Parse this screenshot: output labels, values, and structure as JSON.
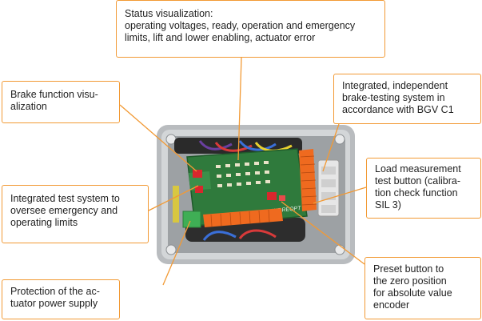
{
  "callouts": {
    "status": "Status visualization:\noperating voltages, ready, operation and emergency\nlimits, lift and lower enabling, actuator error",
    "brake_vis": "Brake function visu-\nalization",
    "brake_test": "Integrated, independent\nbrake-testing system in\naccordance with BGV C1",
    "load_test": "Load measurement\ntest button (calibra-\ntion check function\nSIL 3)",
    "test_system": "Integrated test system to\noversee emergency and\noperating limits",
    "preset": "Preset button to\nthe zero position\nfor absolute value\nencoder",
    "actuator": "Protection of the ac-\ntuator power supply"
  },
  "board_brand": "ANDREOPT",
  "colors": {
    "callout_border": "#f29a35",
    "housing": "#c9ccce",
    "pcb": "#2f7a3c",
    "terminal": "#ef6a1f"
  }
}
